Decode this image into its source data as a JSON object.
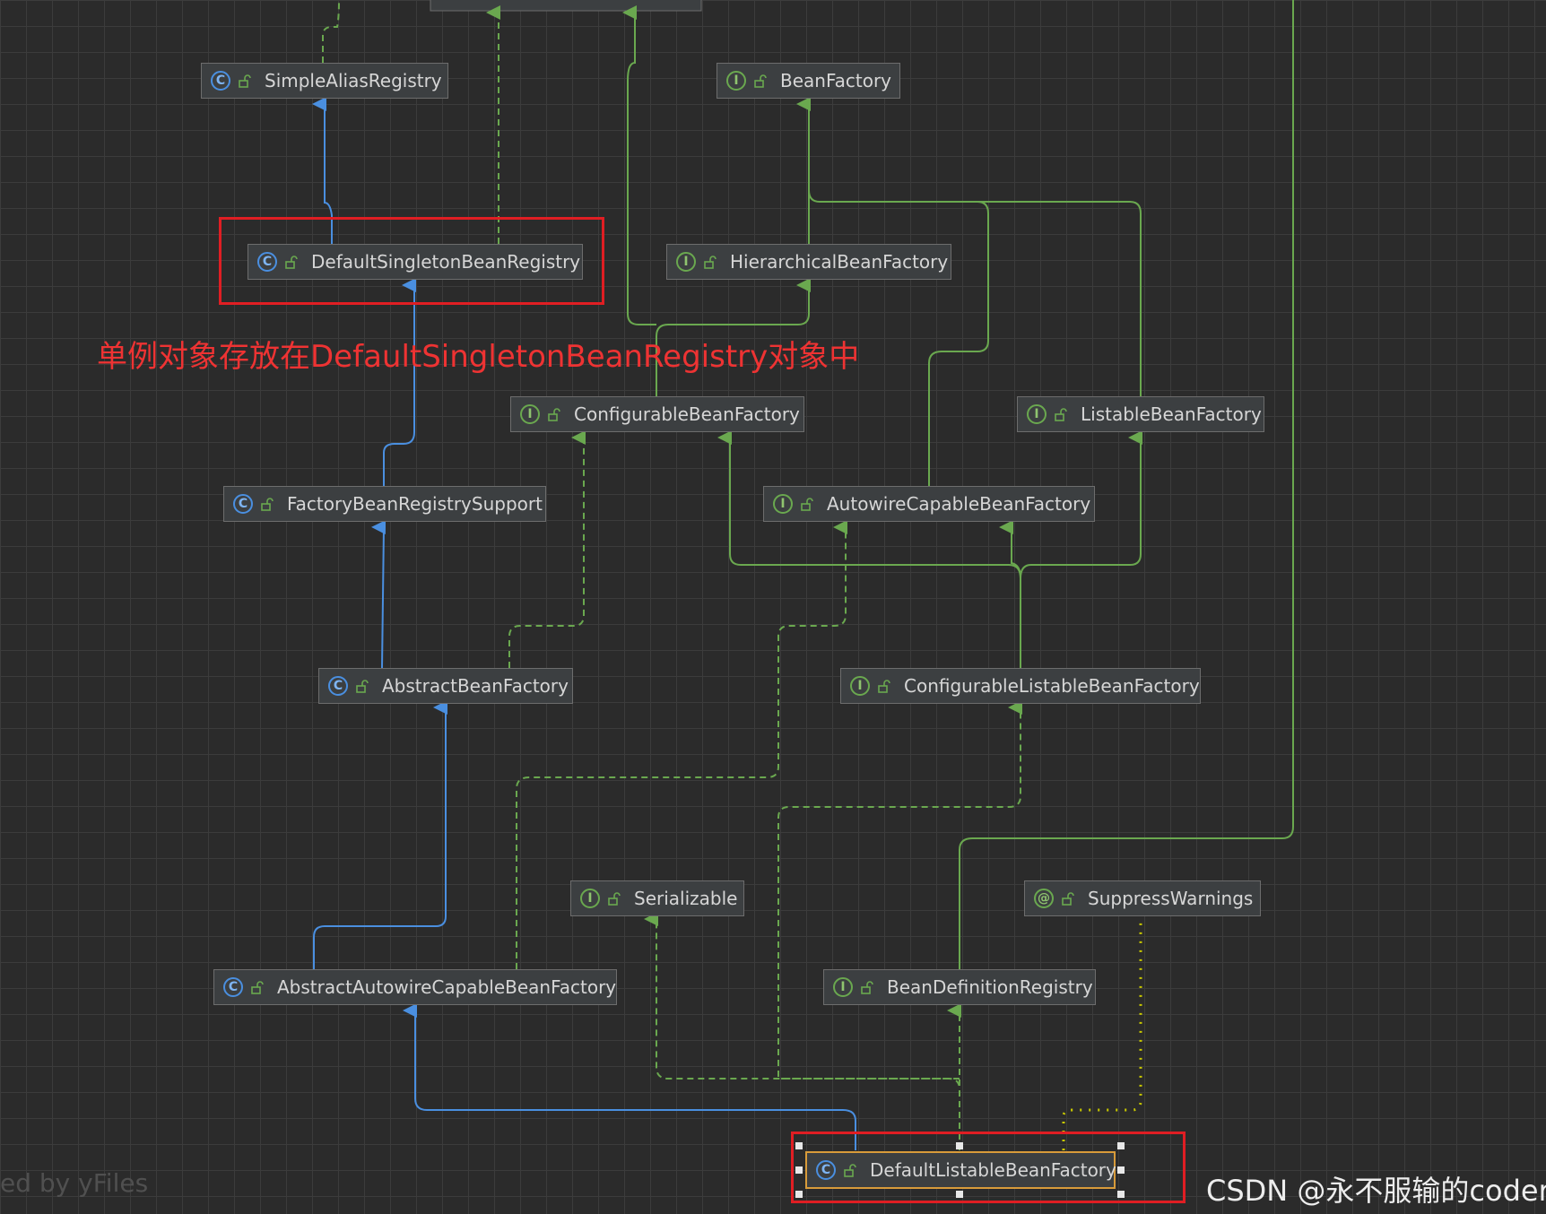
{
  "nodes": {
    "simple_alias_registry": {
      "label": "SimpleAliasRegistry",
      "kind": "C"
    },
    "bean_factory": {
      "label": "BeanFactory",
      "kind": "I"
    },
    "default_singleton_bean_registry": {
      "label": "DefaultSingletonBeanRegistry",
      "kind": "C"
    },
    "hierarchical_bean_factory": {
      "label": "HierarchicalBeanFactory",
      "kind": "I"
    },
    "configurable_bean_factory": {
      "label": "ConfigurableBeanFactory",
      "kind": "I"
    },
    "listable_bean_factory": {
      "label": "ListableBeanFactory",
      "kind": "I"
    },
    "factory_bean_registry_support": {
      "label": "FactoryBeanRegistrySupport",
      "kind": "C"
    },
    "autowire_capable_bean_factory": {
      "label": "AutowireCapableBeanFactory",
      "kind": "I"
    },
    "abstract_bean_factory": {
      "label": "AbstractBeanFactory",
      "kind": "C"
    },
    "configurable_listable_bean_factory": {
      "label": "ConfigurableListableBeanFactory",
      "kind": "I"
    },
    "serializable": {
      "label": "Serializable",
      "kind": "I"
    },
    "suppress_warnings": {
      "label": "SuppressWarnings",
      "kind": "@"
    },
    "abstract_autowire_capable_bean_factory": {
      "label": "AbstractAutowireCapableBeanFactory",
      "kind": "C"
    },
    "bean_definition_registry": {
      "label": "BeanDefinitionRegistry",
      "kind": "I"
    },
    "default_listable_bean_factory": {
      "label": "DefaultListableBeanFactory",
      "kind": "C"
    }
  },
  "annotation": "单例对象存放在DefaultSingletonBeanRegistry对象中",
  "watermark_left": "ed by yFiles",
  "watermark_right": "CSDN @永不服输的coder",
  "colors": {
    "extends_edge": "#4a8fe0",
    "implements_edge": "#6aa84f",
    "annotation_edge": "#c8c800",
    "highlight": "#e01e23",
    "annotation_text": "#ee3333"
  }
}
